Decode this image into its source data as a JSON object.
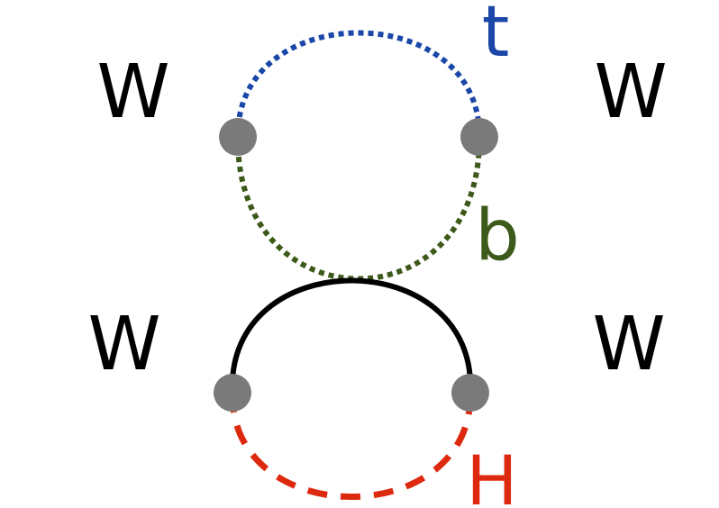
{
  "diagrams": [
    {
      "incoming_label": "W",
      "outgoing_label": "W",
      "upper_label": "t",
      "lower_label": "b"
    },
    {
      "incoming_label": "W",
      "outgoing_label": "W",
      "upper_label": "",
      "lower_label": "H"
    }
  ],
  "colors": {
    "t_line": "#1a47a8",
    "b_line": "#3d5a1a",
    "higgs_line": "#dd2a0e",
    "w_line": "#000000",
    "vertex": "#7a7a7a",
    "text": "#000000"
  }
}
